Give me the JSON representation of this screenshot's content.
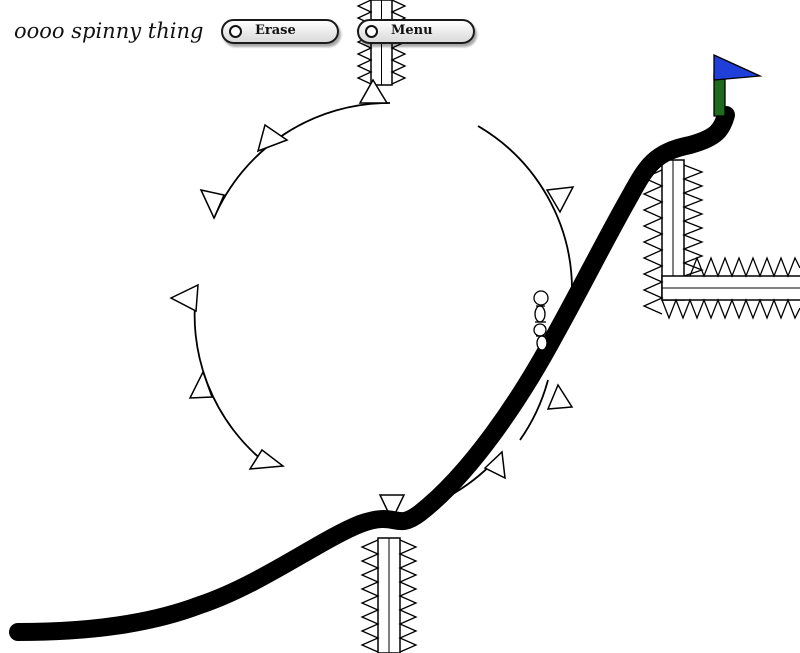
{
  "level": {
    "title": "oooo spinny thing"
  },
  "controls": {
    "erase_label": "Erase",
    "menu_label": "Menu"
  },
  "colors": {
    "flag": "#1f3fd8",
    "flag_pole": "#1f6a1f",
    "track": "#000000",
    "outline": "#000000"
  },
  "icons": {
    "goal": "flag-icon",
    "rider": "rider-icon",
    "button_knob": "circle-icon"
  }
}
